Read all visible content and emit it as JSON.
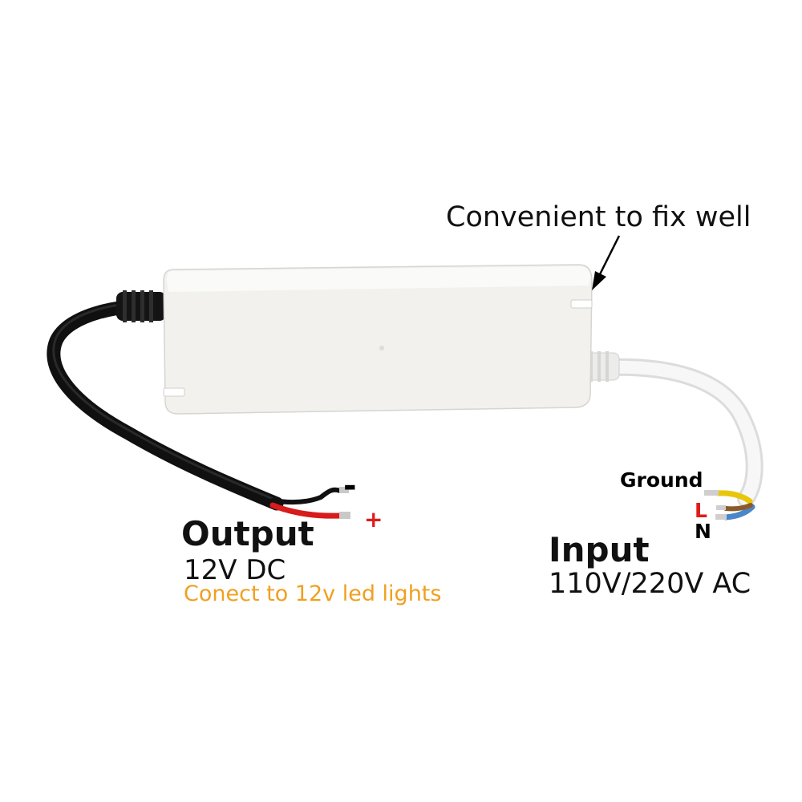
{
  "annotations": {
    "mount_note": "Convenient to fix well",
    "minus_sign": "-",
    "plus_sign": "+",
    "ground": "Ground",
    "live": "L",
    "neutral": "N"
  },
  "output": {
    "title": "Output",
    "voltage": "12V DC",
    "note": "Conect to 12v led lights"
  },
  "input": {
    "title": "Input",
    "voltage": "110V/220V AC"
  },
  "colors": {
    "note_orange": "#f0a020",
    "positive_red": "#e01b1b",
    "housing": "#f2f1ee"
  }
}
